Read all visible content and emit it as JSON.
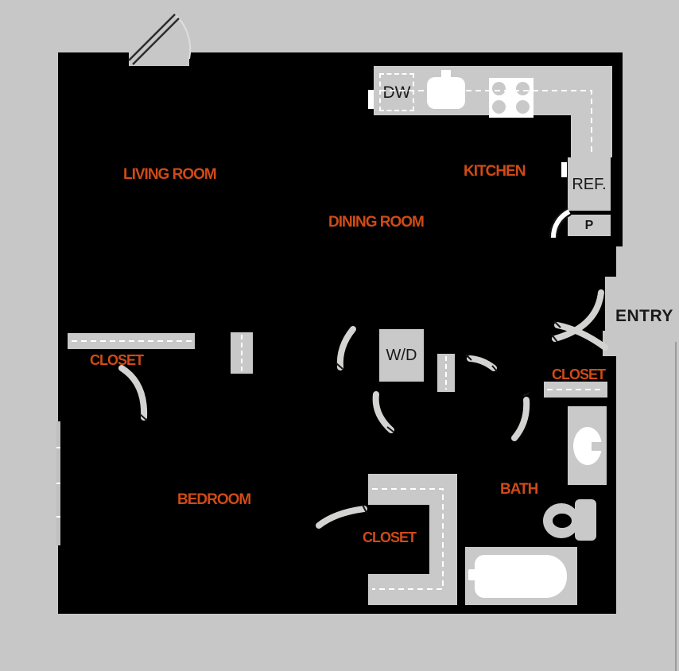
{
  "title": "apartment-floor-plan",
  "colors": {
    "background": "#c7c7c7",
    "wall": "#000000",
    "fixture": "#c9c9c9",
    "door_swing": "#d3d3d2",
    "dash": "#ffffff",
    "accent_orange": "#d04a16",
    "text_dark": "#1a1a1a"
  },
  "rooms": {
    "living_room": "LIVING ROOM",
    "dining_room": "DINING ROOM",
    "kitchen": "KITCHEN",
    "bedroom": "BEDROOM",
    "bath": "BATH",
    "entry": "ENTRY"
  },
  "closets": {
    "hall": "CLOSET",
    "entry": "CLOSET",
    "bedroom": "CLOSET"
  },
  "appliances": {
    "dishwasher": "DW",
    "refrigerator": "REF.",
    "pantry": "P",
    "washer_dryer": "W/D"
  }
}
